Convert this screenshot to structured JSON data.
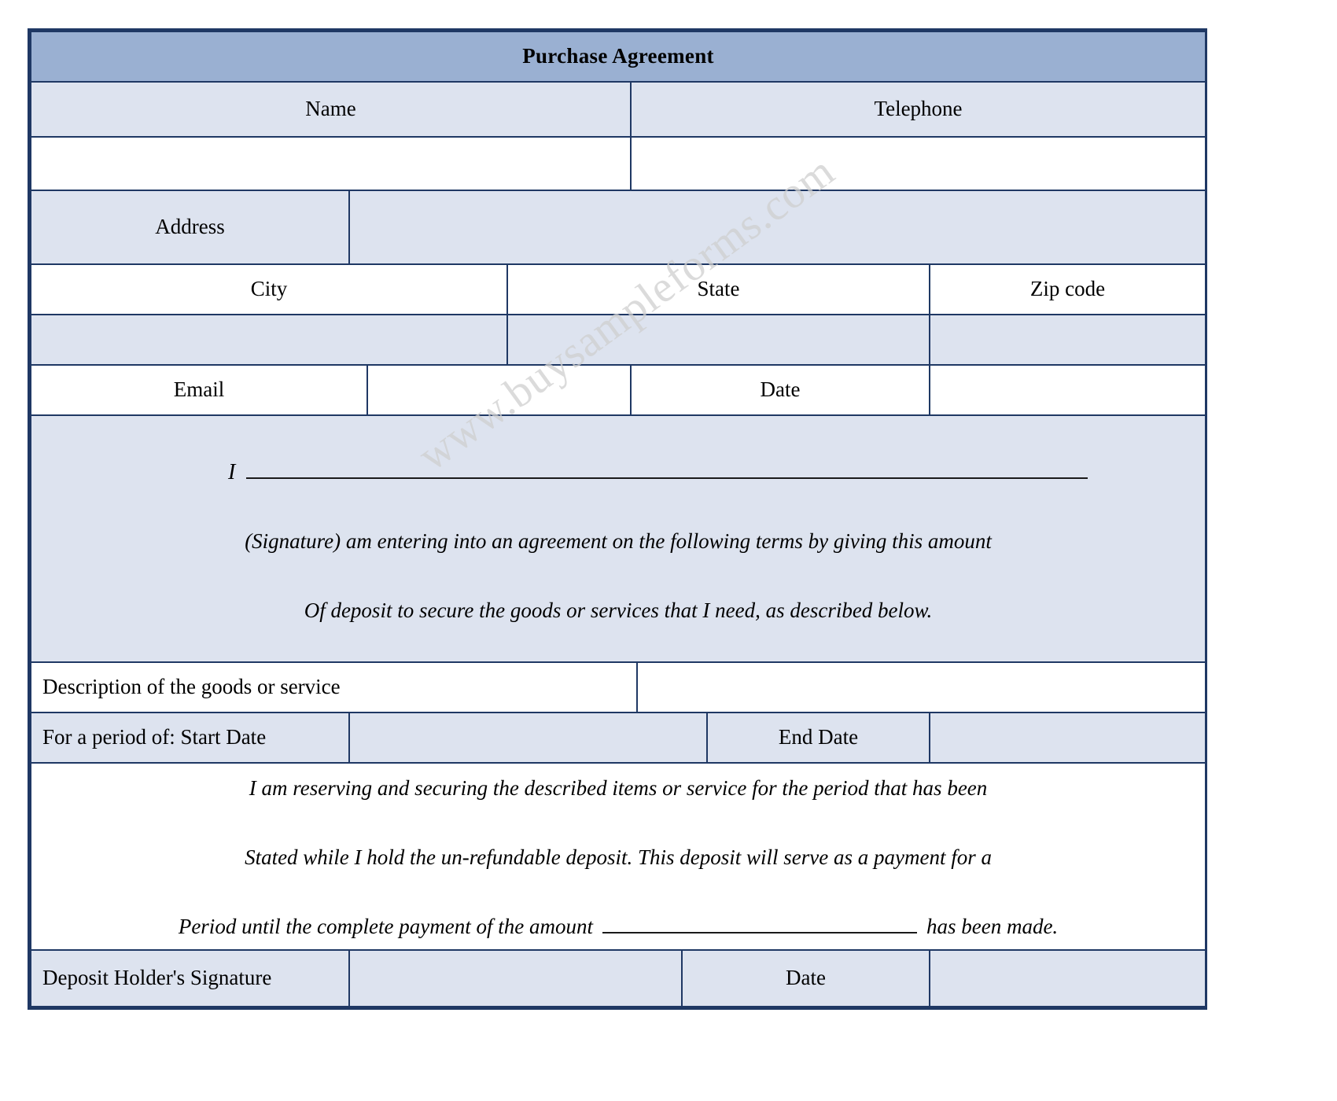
{
  "document": {
    "title": "Purchase Agreement",
    "watermark": "www.buysampleforms.com"
  },
  "colors": {
    "header_fill": "#9ab0d2",
    "row_fill": "#dde3ef",
    "border": "#1f3864",
    "text": "#000000",
    "watermark": "#cfcfcf"
  },
  "fields": {
    "name_label": "Name",
    "telephone_label": "Telephone",
    "name_value": "",
    "telephone_value": "",
    "address_label": "Address",
    "address_value": "",
    "city_label": "City",
    "state_label": "State",
    "zip_label": "Zip code",
    "city_value": "",
    "state_value": "",
    "zip_value": "",
    "email_label": "Email",
    "email_value": "",
    "date_label": "Date",
    "date_value": "",
    "description_label": "Description of the goods or service",
    "description_value": "",
    "start_date_label": "For a period of: Start Date",
    "start_date_value": "",
    "end_date_label": "End Date",
    "end_date_value": "",
    "deposit_holder_signature_label": "Deposit Holder's Signature",
    "deposit_holder_signature_value": "",
    "deposit_holder_date_label": "Date",
    "deposit_holder_date_value": ""
  },
  "agreement": {
    "signature_prefix": "I",
    "line_1": "(Signature) am entering into an agreement on the following terms by giving this amount",
    "line_2": "Of deposit to secure the goods or services that I need, as described below."
  },
  "terms": {
    "line_1": "I am reserving and securing the described items or service for the period that has been",
    "line_2": "Stated while I hold the un-refundable deposit. This deposit will serve as a payment for a",
    "line_3_before": "Period until the complete payment of the amount",
    "line_3_after": "has been made.",
    "amount_value": ""
  }
}
